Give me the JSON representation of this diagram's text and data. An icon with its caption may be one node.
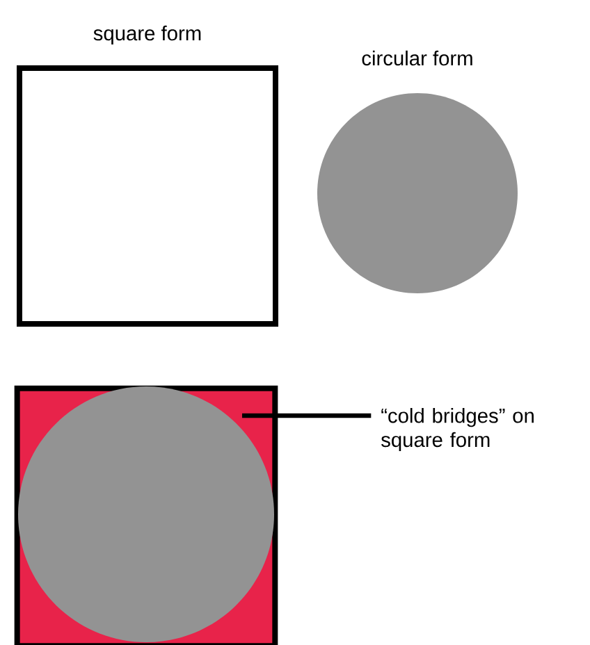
{
  "diagram": {
    "nodes": [
      {
        "text": [
          "square form"
        ]
      },
      {
        "text": [
          "circular form"
        ]
      },
      {
        "text": [],
        "shape": "box"
      },
      {
        "text": [],
        "shape": "circle",
        "in": 2
      },
      {
        "text": [
          "“cold bridges” on square form"
        ]
      }
    ],
    "edges": [
      {
        "from": 4,
        "to": 2,
        "arrow": "none"
      }
    ]
  }
}
